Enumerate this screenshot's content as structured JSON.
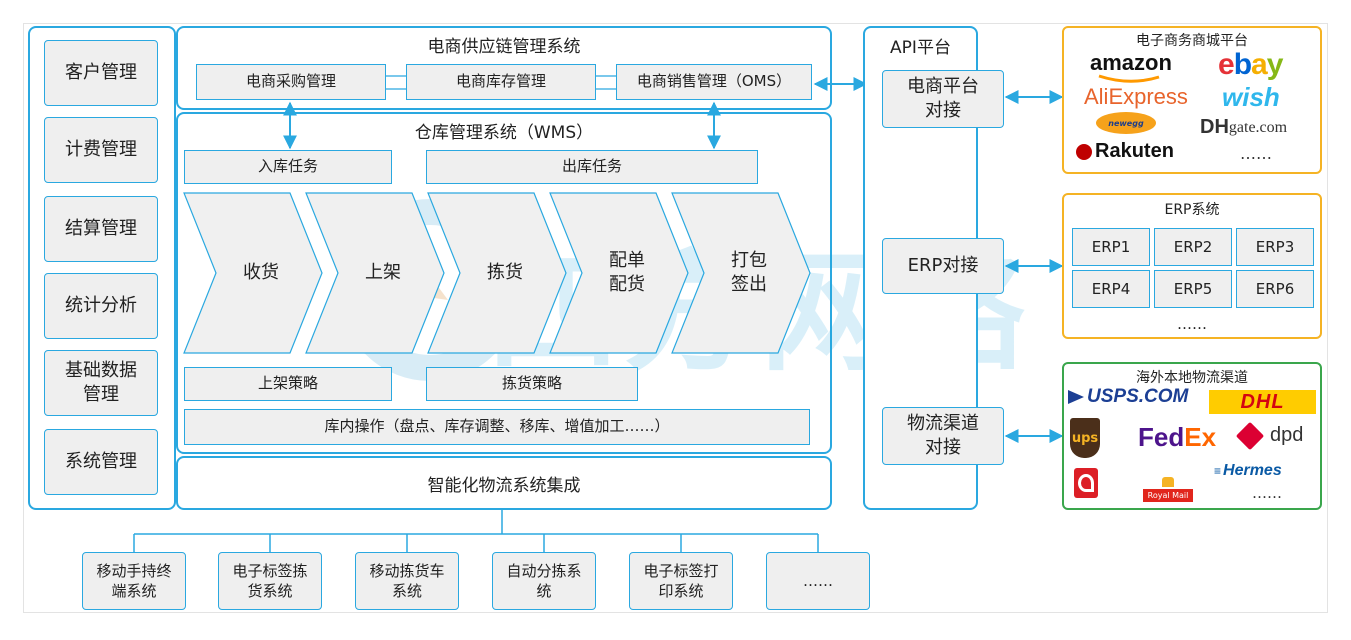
{
  "left_menu": [
    "客户管理",
    "计费管理",
    "结算管理",
    "统计分析",
    "基础数据\n管理",
    "系统管理"
  ],
  "supply_chain": {
    "title": "电商供应链管理系统",
    "modules": [
      "电商采购管理",
      "电商库存管理",
      "电商销售管理（OMS）"
    ]
  },
  "wms": {
    "title": "仓库管理系统（WMS）",
    "inbound_task": "入库任务",
    "outbound_task": "出库任务",
    "steps": [
      "收货",
      "上架",
      "拣货",
      "配单\n配货",
      "打包\n签出"
    ],
    "putaway_strategy": "上架策略",
    "picking_strategy": "拣货策略",
    "internal_ops": "库内操作（盘点、库存调整、移库、增值加工……）"
  },
  "logistics_integration": {
    "title": "智能化物流系统集成",
    "systems": [
      "移动手持终\n端系统",
      "电子标签拣\n货系统",
      "移动拣货车\n系统",
      "自动分拣系\n统",
      "电子标签打\n印系统",
      "……"
    ]
  },
  "watermark": "四方网络",
  "api": {
    "title": "API平台",
    "ecommerce": "电商平台\n对接",
    "erp": "ERP对接",
    "logistics": "物流渠道\n对接"
  },
  "ecommerce_platforms": {
    "title": "电子商务商城平台",
    "logos": [
      "amazon",
      "ebay",
      "AliExpress",
      "wish",
      "newegg",
      "DHgate.com",
      "Rakuten",
      "……"
    ],
    "colors": {
      "amazon": "#111111",
      "ebay_e": "#e53238",
      "ebay_b": "#0064d2",
      "ebay_a": "#f5af02",
      "ebay_y": "#86b817",
      "ali": "#e8642c",
      "wish": "#2fb7ec",
      "rakuten": "#bf0000"
    }
  },
  "erp": {
    "title": "ERP系统",
    "items": [
      "ERP1",
      "ERP2",
      "ERP3",
      "ERP4",
      "ERP5",
      "ERP6"
    ],
    "more": "……"
  },
  "logistics_channels": {
    "title": "海外本地物流渠道",
    "logos": [
      "USPS.COM",
      "DHL",
      "ups",
      "FedEx",
      "dpd",
      "Royal Mail",
      "Hermes",
      "……"
    ],
    "colors": {
      "usps": "#1c3f94",
      "dhl_bg": "#ffcc00",
      "dhl_text": "#d40511",
      "ups": "#4b2f1a",
      "fedex_fed": "#4d148c",
      "fedex_ex": "#ff6600",
      "dpd": "#dc0032",
      "royal": "#e1261c",
      "hermes": "#0a5aa5"
    }
  },
  "colors": {
    "border": "#2aa8e0",
    "box_fill": "#efefef",
    "chevron_fill": "#f0f0f0",
    "arrow": "#2aa8e0",
    "watermark": "#2aa8e0",
    "ecom_border": "#f5b324",
    "erp_border": "#f5b324",
    "logistics_border": "#3aa64c"
  }
}
